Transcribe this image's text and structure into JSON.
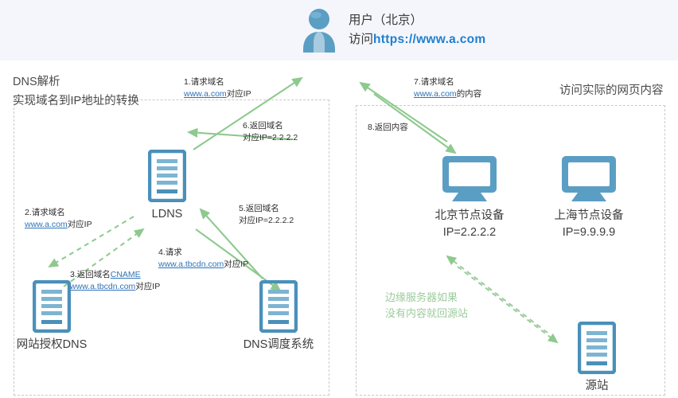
{
  "header": {
    "avatar_icon": "user-avatar-icon",
    "user_line1": "用户（北京）",
    "user_line2_prefix": "访问",
    "user_url": "https://www.a.com"
  },
  "panels": {
    "dns": {
      "title_line1": "DNS解析",
      "title_line2": "实现域名到IP地址的转换"
    },
    "web": {
      "title": "访问实际的网页内容"
    }
  },
  "nodes": {
    "ldns": {
      "icon": "server-icon",
      "label": "LDNS"
    },
    "auth_dns": {
      "icon": "server-icon",
      "label": "网站授权DNS"
    },
    "dns_sched": {
      "icon": "server-icon",
      "label": "DNS调度系统"
    },
    "beijing": {
      "icon": "monitor-icon",
      "label": "北京节点设备",
      "sublabel": "IP=2.2.2.2"
    },
    "shanghai": {
      "icon": "monitor-icon",
      "label": "上海节点设备",
      "sublabel": "IP=9.9.9.9"
    },
    "origin": {
      "icon": "server-icon",
      "label": "源站"
    }
  },
  "steps": {
    "s1": {
      "line1": "1.请求域名",
      "link": "www.a.com",
      "line2_suffix": "对应IP"
    },
    "s2": {
      "line1": "2.请求域名",
      "link": "www.a.com",
      "line2_suffix": "对应IP"
    },
    "s3": {
      "line1_prefix": "3.返回域名",
      "link1": "CNAME",
      "link2": "www.a.tbcdn.com",
      "line2_suffix": "对应IP"
    },
    "s4": {
      "line1": "4.请求",
      "link": "www.a.tbcdn.com",
      "line2_suffix": "对应IP"
    },
    "s5": {
      "line1": "5.返回域名",
      "line2": "对应IP=2.2.2.2"
    },
    "s6": {
      "line1": "6.返回域名",
      "line2": "对应IP=2.2.2.2"
    },
    "s7": {
      "line1": "7.请求域名",
      "link": "www.a.com",
      "line2_suffix": "的内容"
    },
    "s8": {
      "line1": "8.返回内容"
    }
  },
  "notes": {
    "edge_note_line1": "边缘服务器如果",
    "edge_note_line2": "没有内容就回源站"
  },
  "colors": {
    "header_band": "#f5f6fb",
    "arrow_green": "#8ec98e",
    "note_green": "#9ccb9c",
    "icon_blue": "#4a90b9",
    "link_blue": "#2f73b8",
    "url_blue": "#1f7fd0",
    "panel_dash": "#c9c9c9"
  }
}
